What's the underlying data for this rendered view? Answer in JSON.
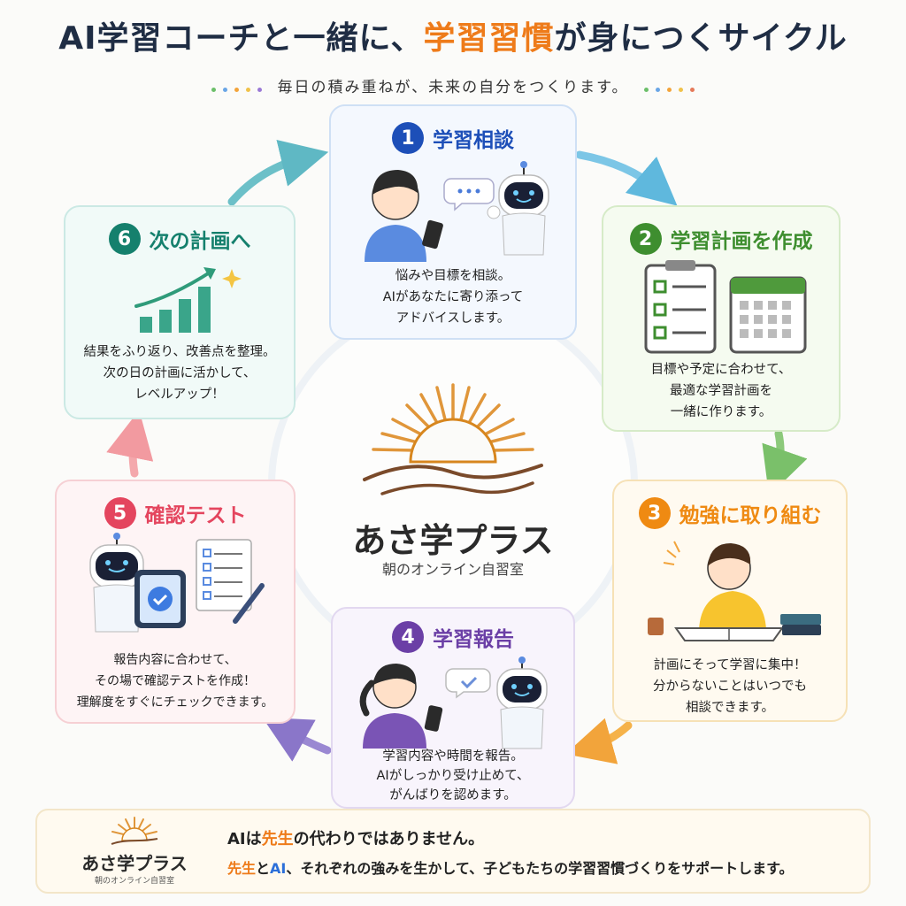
{
  "title": {
    "part1": "AI学習コーチと一緒に、",
    "highlight": "学習習慣",
    "part2": "が身につくサイクル"
  },
  "subtitle": "毎日の積み重ねが、未来の自分をつくります。",
  "center_logo": {
    "name": "あさ学プラス",
    "tagline": "朝のオンライン自習室"
  },
  "steps": [
    {
      "num": "1",
      "title": "学習相談",
      "color": "#1d4fb8",
      "desc": [
        "悩みや目標を相談。",
        "AIがあなたに寄り添って",
        "アドバイスします。"
      ]
    },
    {
      "num": "2",
      "title": "学習計画を作成",
      "color": "#3e8e2f",
      "desc": [
        "目標や予定に合わせて、",
        "最適な学習計画を",
        "一緒に作ります。"
      ]
    },
    {
      "num": "3",
      "title": "勉強に取り組む",
      "color": "#ef8a12",
      "desc": [
        "計画にそって学習に集中！",
        "分からないことはいつでも",
        "相談できます。"
      ]
    },
    {
      "num": "4",
      "title": "学習報告",
      "color": "#6b3fa6",
      "desc": [
        "学習内容や時間を報告。",
        "AIがしっかり受け止めて、",
        "がんばりを認めます。"
      ]
    },
    {
      "num": "5",
      "title": "確認テスト",
      "color": "#e4455e",
      "desc": [
        "報告内容に合わせて、",
        "その場で確認テストを作成！",
        "理解度をすぐにチェックできます。"
      ]
    },
    {
      "num": "6",
      "title": "次の計画へ",
      "color": "#15806d",
      "desc": [
        "結果をふり返り、改善点を整理。",
        "次の日の計画に活かして、",
        "レベルアップ！"
      ]
    }
  ],
  "footer": {
    "logo_name": "あさ学プラス",
    "logo_tagline": "朝のオンライン自習室",
    "line1": {
      "a": "AIは",
      "b": "先生",
      "c": "の代わりではありません。"
    },
    "line2": {
      "a": "先生",
      "b": "と",
      "c": "AI",
      "d": "、それぞれの強みを生かして、子どもたちの学習習慣づくりをサポートします。"
    }
  }
}
